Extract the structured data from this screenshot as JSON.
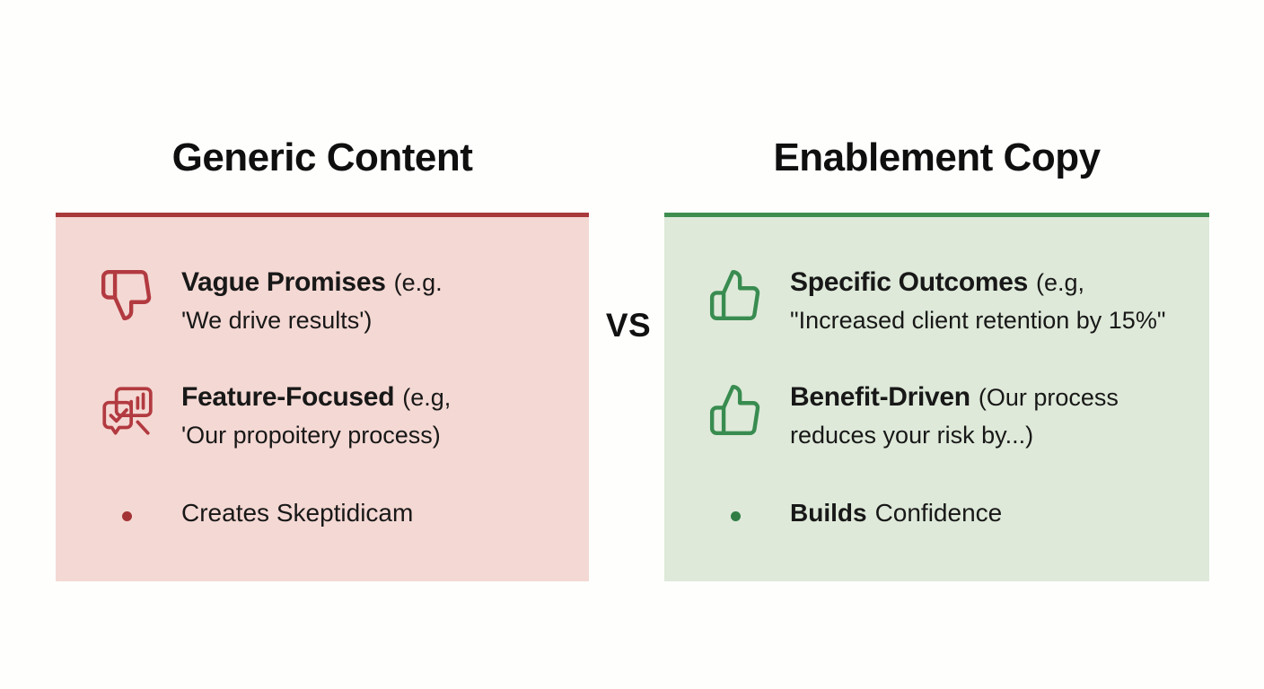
{
  "page": {
    "vs_label": "VS",
    "background_color": "#fefefd",
    "text_color": "#141414"
  },
  "left_panel": {
    "title": "Generic Content",
    "accent_color": "#a93a3c",
    "background_color": "#f4d8d3",
    "icon_color": "#b23a40",
    "bullet_color": "#a43336",
    "items": [
      {
        "icon": "thumbs-down-icon",
        "bold": "Vague Promises",
        "rest": "(e.g.",
        "line2": "'We drive results')"
      },
      {
        "icon": "feedback-analysis-icon",
        "bold": "Feature-Focused",
        "rest": "(e.g,",
        "line2": "'Our propoitery process)"
      }
    ],
    "bullet": {
      "bold": "",
      "text": "Creates Skeptidicam"
    }
  },
  "right_panel": {
    "title": "Enablement Copy",
    "accent_color": "#3e8e50",
    "background_color": "#dee9d9",
    "icon_color": "#398c50",
    "bullet_color": "#2f7d45",
    "items": [
      {
        "icon": "thumbs-up-icon",
        "bold": "Specific Outcomes",
        "rest": "(e.g,",
        "line2": "\"Increased client retention by 15%\""
      },
      {
        "icon": "thumbs-up-icon",
        "bold": "Benefit-Driven",
        "rest": "(Our process",
        "line2": "reduces your risk by...)"
      }
    ],
    "bullet": {
      "bold": "Builds",
      "text": "Confidence"
    }
  }
}
